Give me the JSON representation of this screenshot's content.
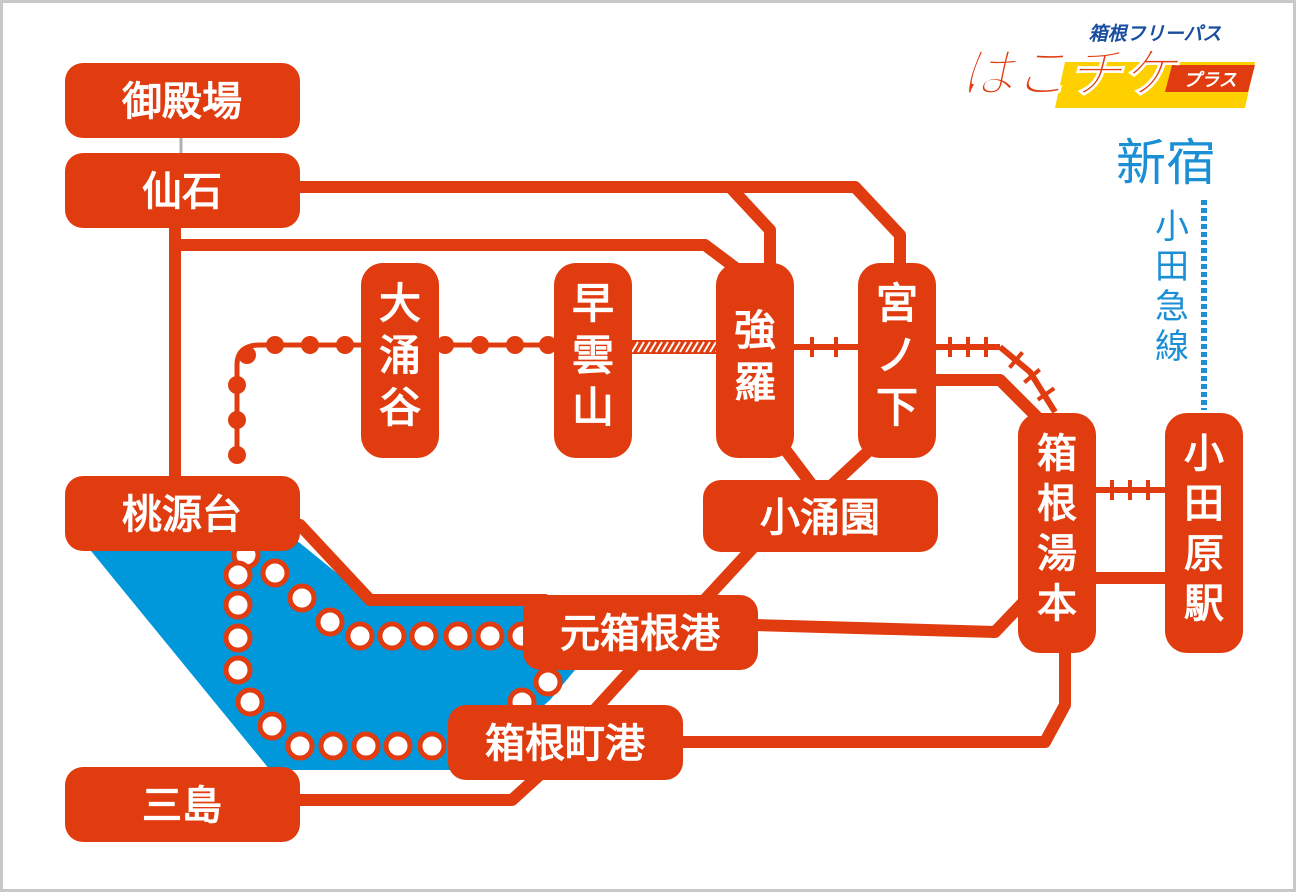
{
  "logo": {
    "subtitle": "箱根フリーパス",
    "main": "はこチケ",
    "suffix": "プラス"
  },
  "colors": {
    "line": "#e03c0f",
    "lake": "#0097db",
    "odakyu": "#1a8fd6",
    "logo_yellow": "#ffd000",
    "frame": "#c8c8c8"
  },
  "shinjuku": {
    "label": "新宿"
  },
  "odakyu_line": {
    "label": "小田急線"
  },
  "stations": {
    "gotemba": "御殿場",
    "sengoku": "仙石",
    "togendai": "桃源台",
    "mishima": "三島",
    "owakudani": "大涌谷",
    "sounzan": "早雲山",
    "gora": "強羅",
    "miyanoshita": "宮ノ下",
    "kowakien": "小涌園",
    "motohakone": "元箱根港",
    "hakonemachi": "箱根町港",
    "yumoto": "箱根湯本",
    "odawara": "小田原駅"
  }
}
